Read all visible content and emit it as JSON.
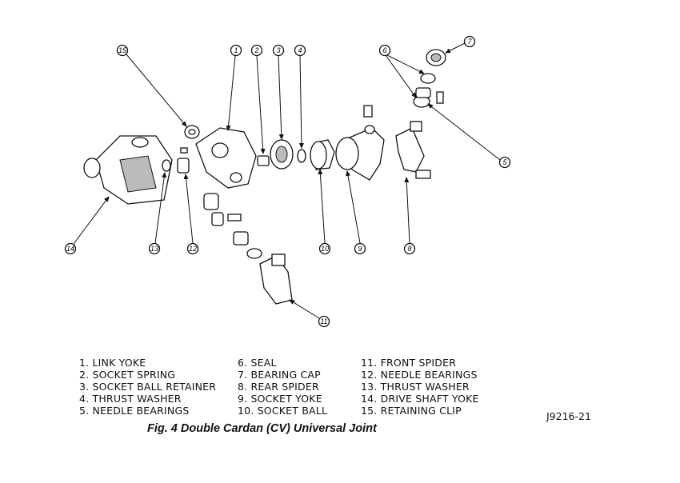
{
  "diagram": {
    "callouts": [
      "1",
      "2",
      "3",
      "4",
      "5",
      "6",
      "7",
      "8",
      "9",
      "10",
      "11",
      "12",
      "13",
      "14",
      "15"
    ]
  },
  "legend": {
    "items": [
      "1. LINK YOKE",
      "2. SOCKET SPRING",
      "3. SOCKET BALL RETAINER",
      "4. THRUST WASHER",
      "5. NEEDLE BEARINGS",
      "6. SEAL",
      "7. BEARING CAP",
      "8. REAR SPIDER",
      "9. SOCKET YOKE",
      "10. SOCKET BALL",
      "11. FRONT SPIDER",
      "12. NEEDLE BEARINGS",
      "13. THRUST WASHER",
      "14. DRIVE SHAFT YOKE",
      "15. RETAINING CLIP"
    ]
  },
  "figure_id": "J9216-21",
  "caption": "Fig. 4 Double Cardan (CV) Universal Joint"
}
